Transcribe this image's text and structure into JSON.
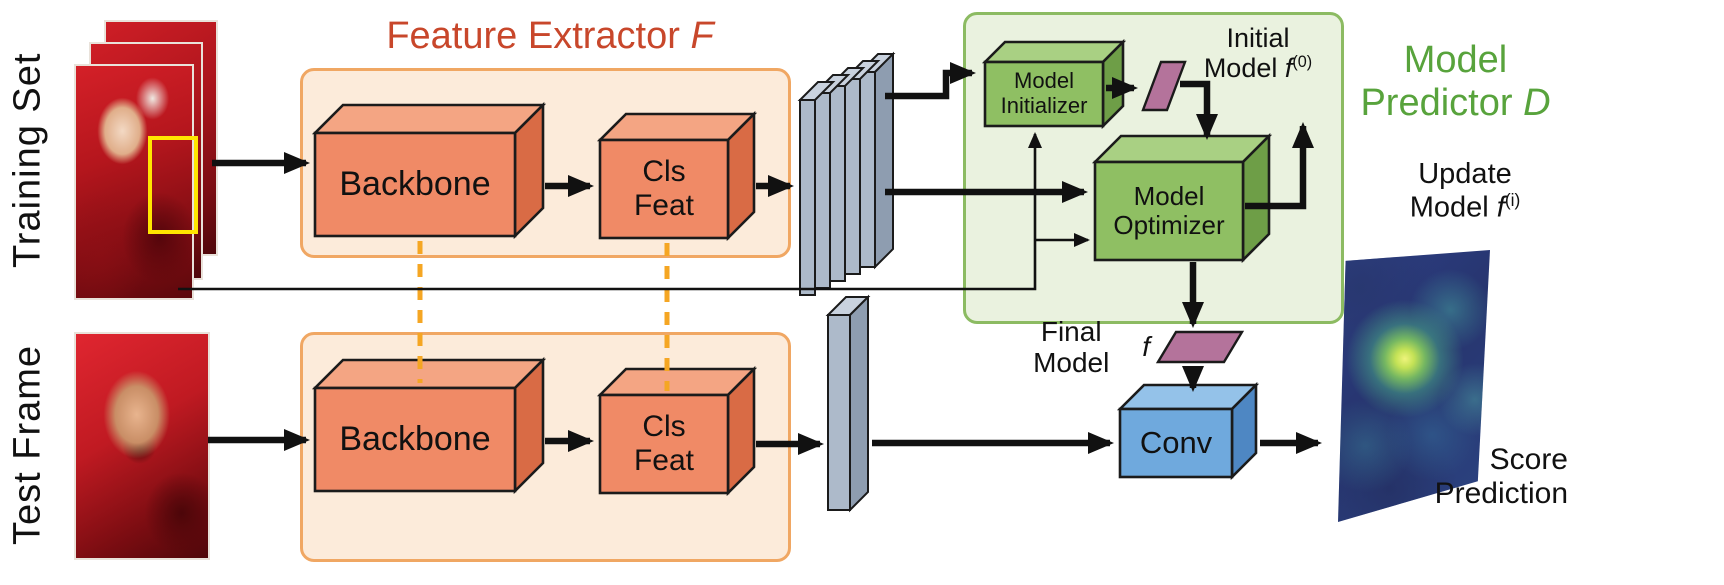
{
  "left_labels": {
    "training_set": "Training Set",
    "test_frame": "Test Frame"
  },
  "feature_extractor": {
    "title": "Feature Extractor",
    "title_var": "F",
    "top": {
      "backbone": "Backbone",
      "cls_line1": "Cls",
      "cls_line2": "Feat"
    },
    "bottom": {
      "backbone": "Backbone",
      "cls_line1": "Cls",
      "cls_line2": "Feat"
    }
  },
  "model_predictor": {
    "title_line1": "Model",
    "title_line2": "Predictor",
    "title_var": "D",
    "initializer_line1": "Model",
    "initializer_line2": "Initializer",
    "optimizer_line1": "Model",
    "optimizer_line2": "Optimizer",
    "initial_model": {
      "line1": "Initial",
      "line2": "Model",
      "var": "f",
      "sup": "(0)"
    },
    "update_model": {
      "line1": "Update",
      "line2": "Model",
      "var": "f",
      "sup": "(i)"
    },
    "final_model": {
      "label": "Final Model",
      "var": "f"
    }
  },
  "output": {
    "conv": "Conv",
    "score_line1": "Score",
    "score_line2": "Prediction"
  },
  "colors": {
    "feature_box_front": "#F08A66",
    "feature_box_top": "#F4A583",
    "feature_box_side": "#D96B45",
    "extractor_bg": "#FCEBDA",
    "extractor_border": "#F0A763",
    "predictor_bg": "#EAF2DF",
    "predictor_border": "#8CBB62",
    "green_box_front": "#8FBF63",
    "green_box_top": "#A9D083",
    "green_box_side": "#6E9E47",
    "blue_box_front": "#6FA9DD",
    "blue_box_top": "#94C2E9",
    "blue_box_side": "#4E87C3",
    "purple_model": "#B4739B",
    "feature_map_front": "#ADBACA",
    "feature_map_top": "#C9D2DE",
    "feature_map_side": "#8E9DB0",
    "title_red": "#C8472B",
    "title_green": "#58A33C",
    "dashed_orange": "#F5A623",
    "bbox_yellow": "#FFE600"
  }
}
